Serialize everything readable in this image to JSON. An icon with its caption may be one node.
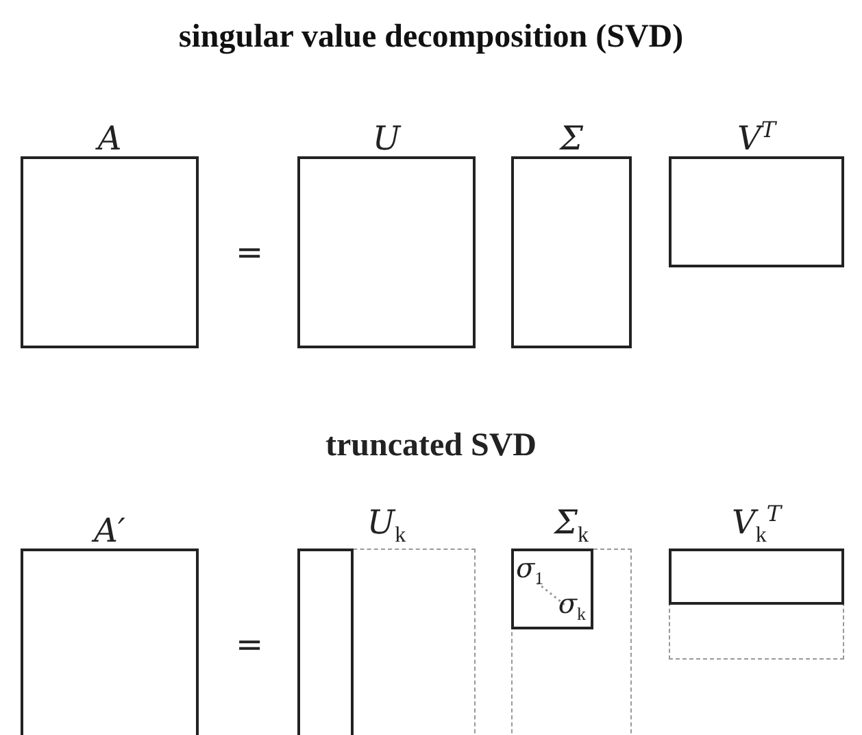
{
  "diagram": {
    "title": "singular value decomposition (SVD)",
    "nodes": [
      {
        "text": [
          "A"
        ]
      },
      {
        "text": [
          "U"
        ]
      },
      {
        "text": [
          "Σ"
        ]
      },
      {
        "text": [
          "V$^{T}$"
        ]
      },
      {
        "text": [
          "A′"
        ]
      },
      {
        "text": [
          "U$_{k}$"
        ]
      },
      {
        "text": [],
        "shape": "box",
        "in": 5
      },
      {
        "text": [
          "Σ$_{k}$"
        ]
      },
      {
        "text": [
          "σ$_{1}$",
          "σ$_{k}$"
        ],
        "in": 7
      },
      {
        "text": [
          "V$_{k}$$^{T}$"
        ]
      },
      {
        "text": [],
        "shape": "box",
        "in": 9
      }
    ],
    "labels": [
      "=",
      "truncated SVD",
      "="
    ]
  }
}
